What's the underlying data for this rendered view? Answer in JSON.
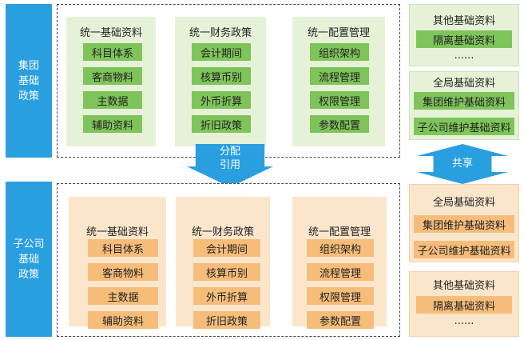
{
  "left_labels": {
    "group": "集团\n基础\n政策",
    "sub": "子公司\n基础\n政策"
  },
  "top_groups": [
    {
      "title": "统一基础资料",
      "items": [
        "科目体系",
        "客商物料",
        "主数据",
        "辅助资料"
      ]
    },
    {
      "title": "统一财务政策",
      "items": [
        "会计期间",
        "核算币别",
        "外币折算",
        "折旧政策"
      ]
    },
    {
      "title": "统一配置管理",
      "items": [
        "组织架构",
        "流程管理",
        "权限管理",
        "参数配置"
      ]
    }
  ],
  "bottom_groups": [
    {
      "title": "统一基础资料",
      "items": [
        "科目体系",
        "客商物料",
        "主数据",
        "辅助资料"
      ]
    },
    {
      "title": "统一财务政策",
      "items": [
        "会计期间",
        "核算币别",
        "外币折算",
        "折旧政策"
      ]
    },
    {
      "title": "统一配置管理",
      "items": [
        "组织架构",
        "流程管理",
        "权限管理",
        "参数配置"
      ]
    }
  ],
  "arrow_down": {
    "line1": "分配",
    "line2": "引用"
  },
  "arrow_share": {
    "label": "共享"
  },
  "right_top": {
    "other": {
      "title": "其他基础资料",
      "items": [
        "隔离基础资料",
        "......"
      ]
    },
    "global": {
      "title": "全局基础资料",
      "items": [
        "集团维护基础资料",
        "子公司维护基础资料"
      ]
    }
  },
  "right_bottom": {
    "global": {
      "title": "全局基础资料",
      "items": [
        "集团维护基础资料",
        "子公司维护基础资料"
      ]
    },
    "other": {
      "title": "其他基础资料",
      "items": [
        "隔离基础资料",
        "......"
      ]
    }
  },
  "colors": {
    "blue": "#2a9fe0",
    "green_panel": "#e6f2d8",
    "green_pill": "#7fc45a",
    "orange_panel": "#fbe6cc",
    "orange_pill": "#f6bd7a"
  }
}
